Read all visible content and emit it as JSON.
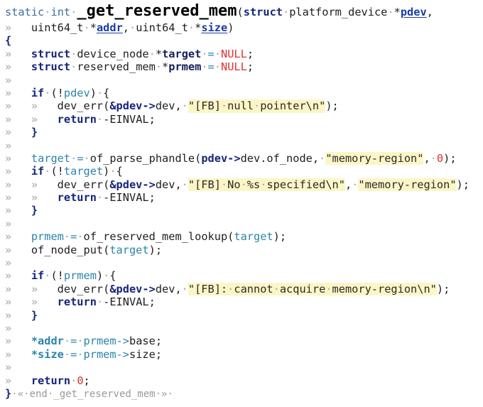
{
  "syntax_colors": {
    "storage_keyword": "#3b6fa3",
    "control_keyword": "#16267a",
    "parameter": "#1b3ca6",
    "local_declaration": "#15205c",
    "variable": "#2b84aa",
    "constant": "#e3302e",
    "string_highlight": "#fcf6c6",
    "whitespace_marker": "#a6a6a6",
    "text": "#1e1e1e",
    "function_name": "#000000",
    "end_marker": "#999999"
  },
  "editor": {
    "lines": [
      [
        "static·int·",
        "_get_reserved_mem",
        "(",
        "struct",
        "·platform_device·*",
        "pdev",
        ","
      ],
      [
        "»",
        "uint64_t·*",
        "addr",
        ",·uint64_t·*",
        "size",
        ")"
      ],
      [
        "{"
      ],
      [
        "»",
        "struct",
        "·device_node·*",
        "target",
        "·=·",
        "NULL",
        ";"
      ],
      [
        "»",
        "struct",
        "·reserved_mem·*",
        "prmem",
        "·=·",
        "NULL",
        ";"
      ],
      [
        "»"
      ],
      [
        "»",
        "if",
        "·(!",
        "pdev",
        ")·{"
      ],
      [
        "»",
        "»",
        "dev_err(",
        "&pdev->",
        "dev,·",
        "\"[FB]·null·pointer\\n\"",
        ");"
      ],
      [
        "»",
        "»",
        "return",
        "·-EINVAL;"
      ],
      [
        "»",
        "}"
      ],
      [
        "»"
      ],
      [
        "»",
        "target",
        "·=·",
        "of_parse_phandle(",
        "pdev->",
        "dev.of_node,·",
        "\"memory-region\"",
        ",·",
        "0",
        ");"
      ],
      [
        "»",
        "if",
        "·(!",
        "target",
        ")·{"
      ],
      [
        "»",
        "»",
        "dev_err(",
        "&pdev->",
        "dev,·",
        "\"[FB]·No·%s·specified\\n\"",
        ",·",
        "\"memory-region\"",
        ");"
      ],
      [
        "»",
        "»",
        "return",
        "·-EINVAL;"
      ],
      [
        "»",
        "}"
      ],
      [
        "»"
      ],
      [
        "»",
        "prmem",
        "·=·",
        "of_reserved_mem_lookup(",
        "target",
        ");"
      ],
      [
        "»",
        "of_node_put(",
        "target",
        ");"
      ],
      [
        "»"
      ],
      [
        "»",
        "if",
        "·(!",
        "prmem",
        ")·{"
      ],
      [
        "»",
        "»",
        "dev_err(",
        "&pdev->",
        "dev,·",
        "\"[FB]:·cannot·acquire·memory-region\\n\"",
        ");"
      ],
      [
        "»",
        "»",
        "return",
        "·-EINVAL;"
      ],
      [
        "»",
        "}"
      ],
      [
        "»"
      ],
      [
        "»",
        "*addr",
        "·=·",
        "prmem->",
        "base;"
      ],
      [
        "»",
        "*size",
        "·=·",
        "prmem->",
        "size;"
      ],
      [
        "»"
      ],
      [
        "»",
        "return",
        "·",
        "0",
        ";"
      ],
      [
        "}",
        "·«·end·_get_reserved_mem·»·"
      ]
    ]
  }
}
